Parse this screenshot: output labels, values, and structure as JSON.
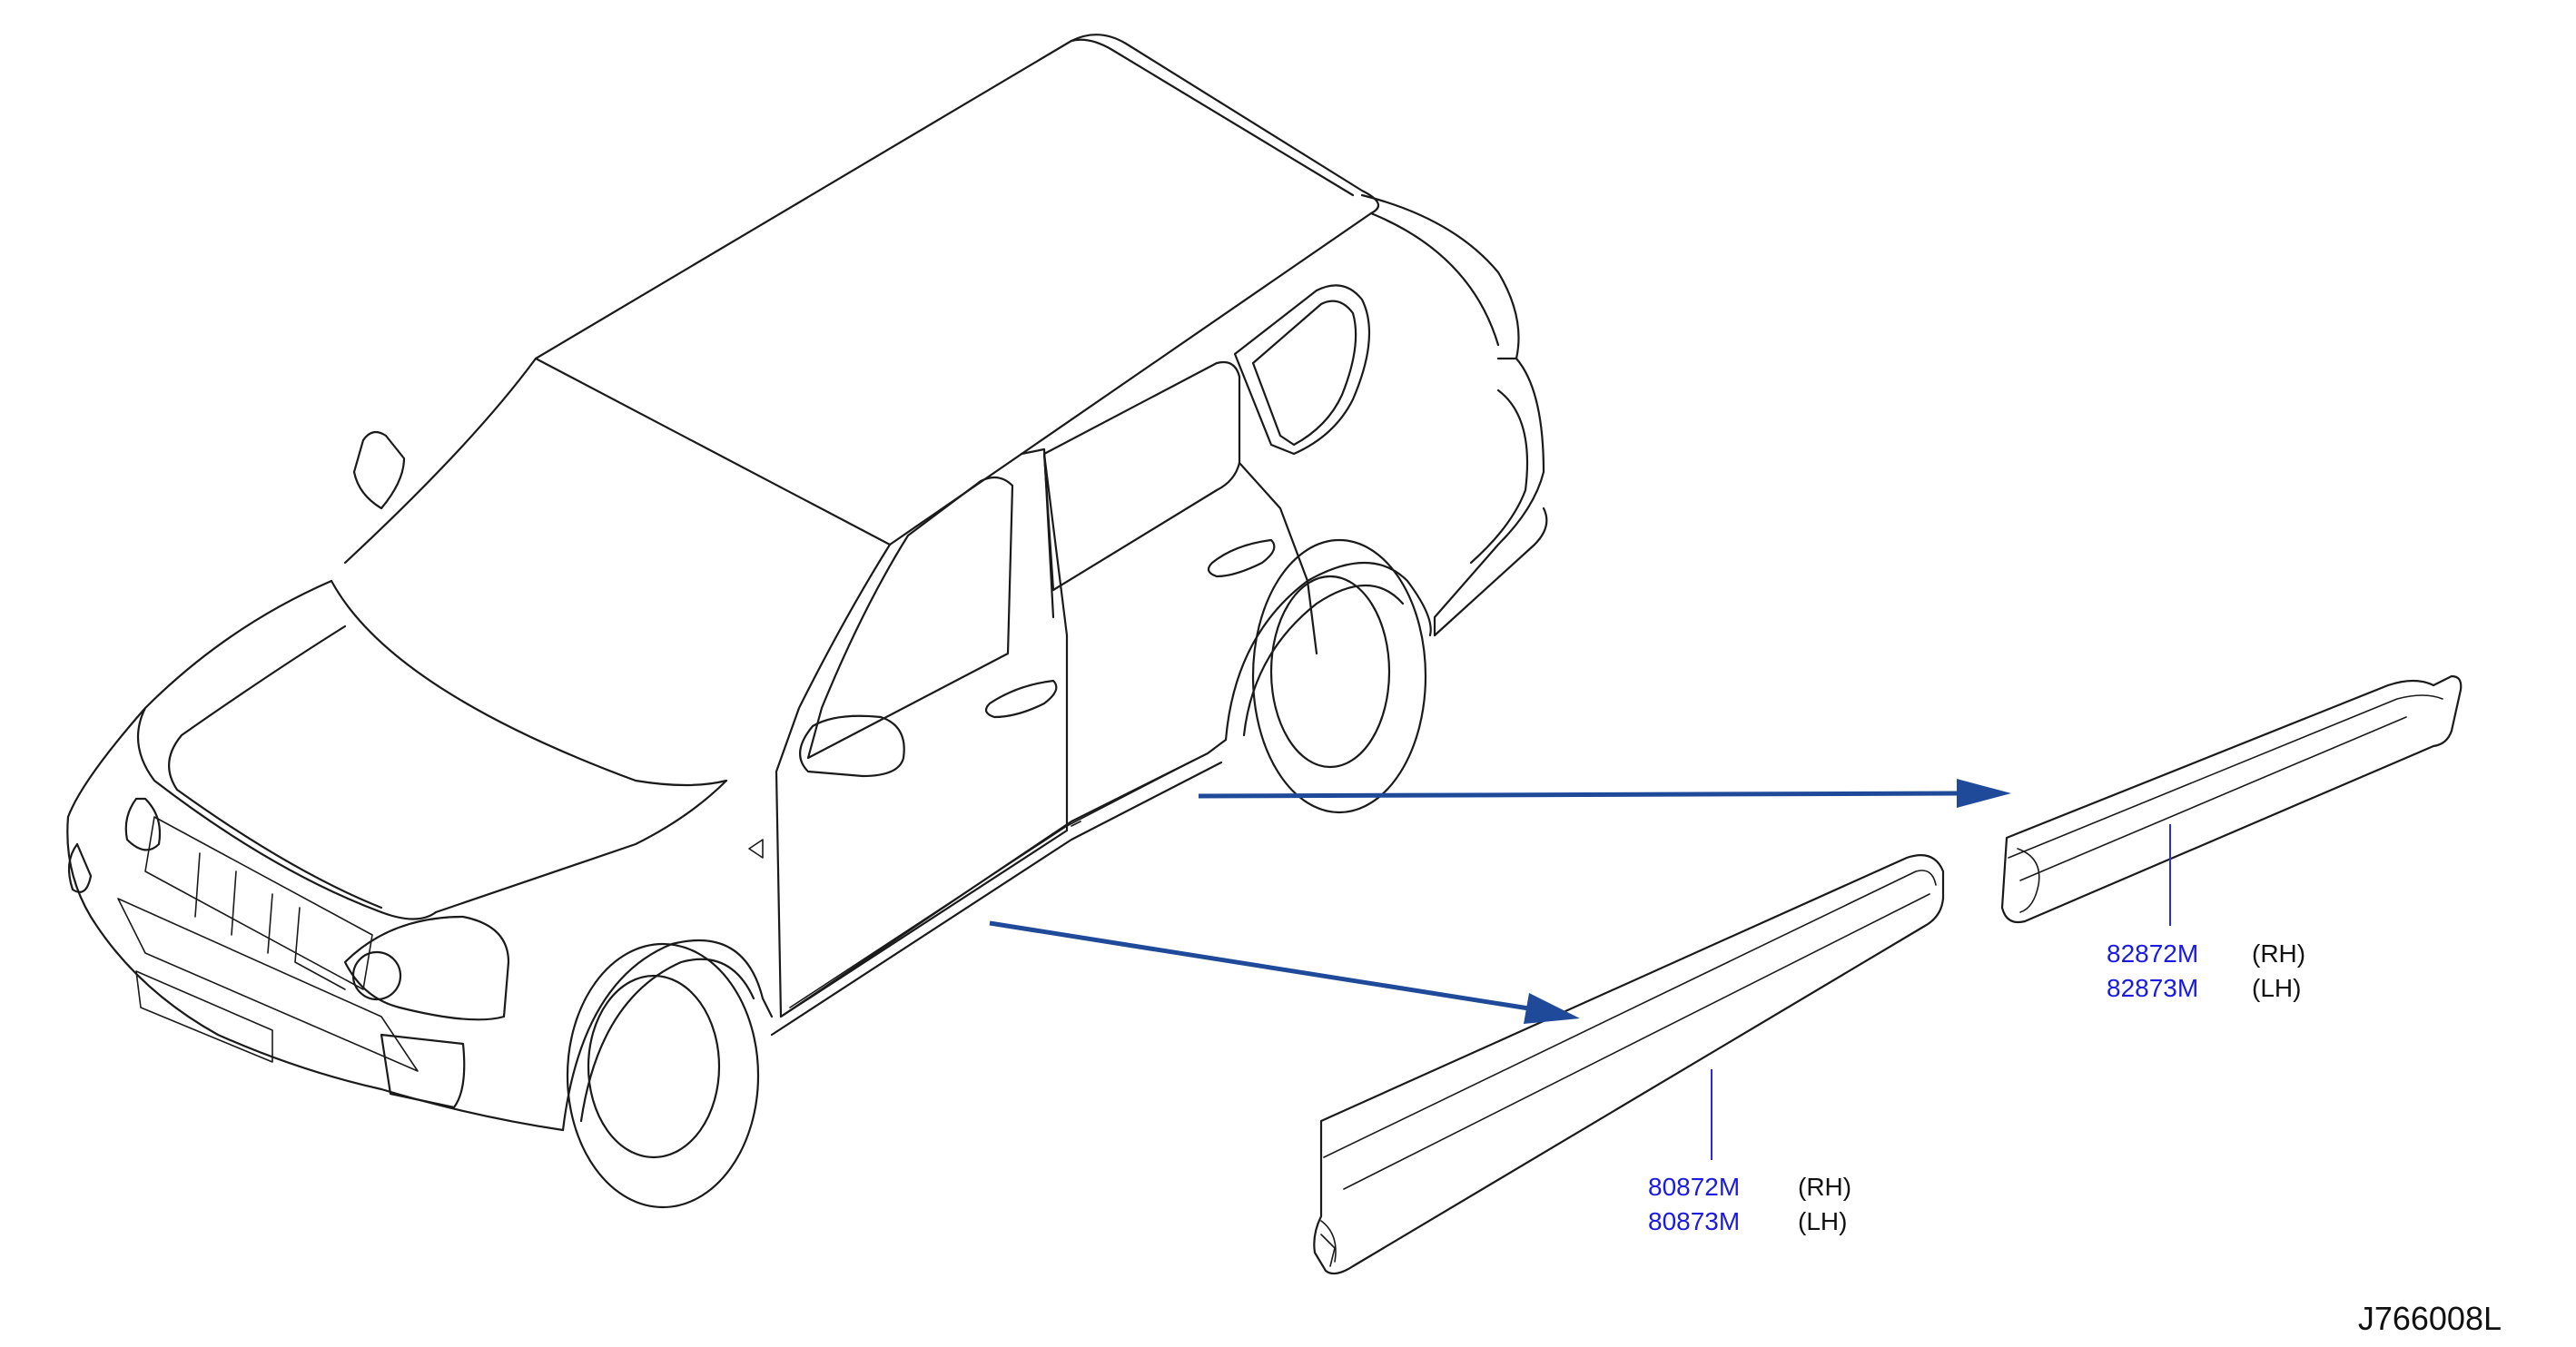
{
  "callouts": [
    {
      "part_numbers": [
        "82872M",
        "82873M"
      ],
      "sides": [
        "(RH)",
        "(LH)"
      ]
    },
    {
      "part_numbers": [
        "80872M",
        "80873M"
      ],
      "sides": [
        "(RH)",
        "(LH)"
      ]
    }
  ],
  "drawing_code": "J766008L",
  "colors": {
    "arrow": "#1f4a9a",
    "part_number_text": "#1a1ae0",
    "line_art": "#1a1a1a"
  }
}
